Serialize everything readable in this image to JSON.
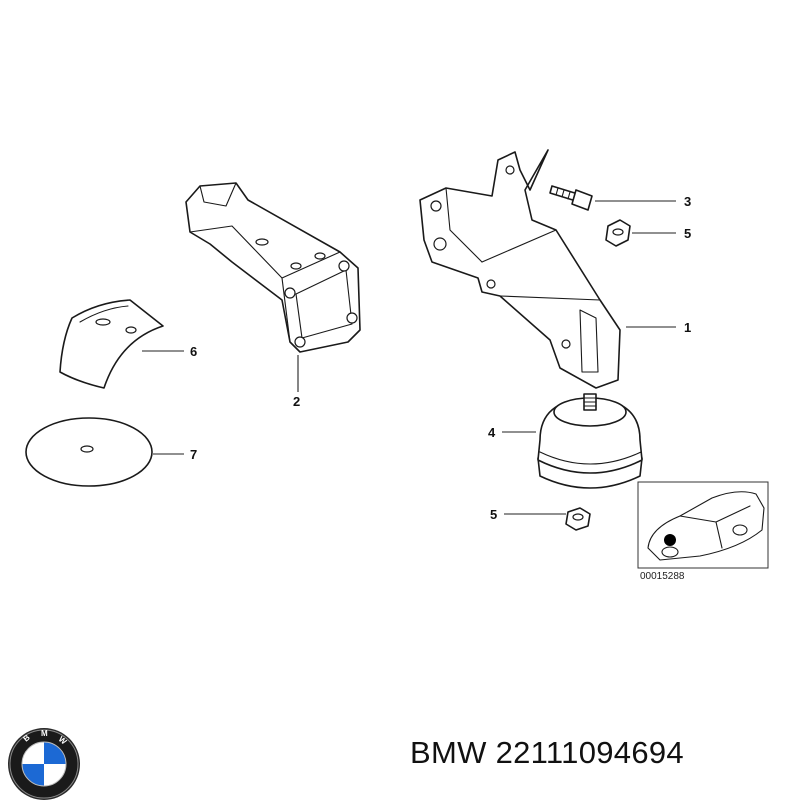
{
  "callouts": {
    "c1": "1",
    "c2": "2",
    "c3": "3",
    "c4": "4",
    "c5a": "5",
    "c5b": "5",
    "c6": "6",
    "c7": "7"
  },
  "inset": {
    "code": "00015288"
  },
  "footer": {
    "brand": "BMW",
    "part_number": "22111094694",
    "logo_text": "BMW"
  },
  "colors": {
    "logo_blue": "#1c69d4",
    "ink": "#1a1a1a"
  }
}
